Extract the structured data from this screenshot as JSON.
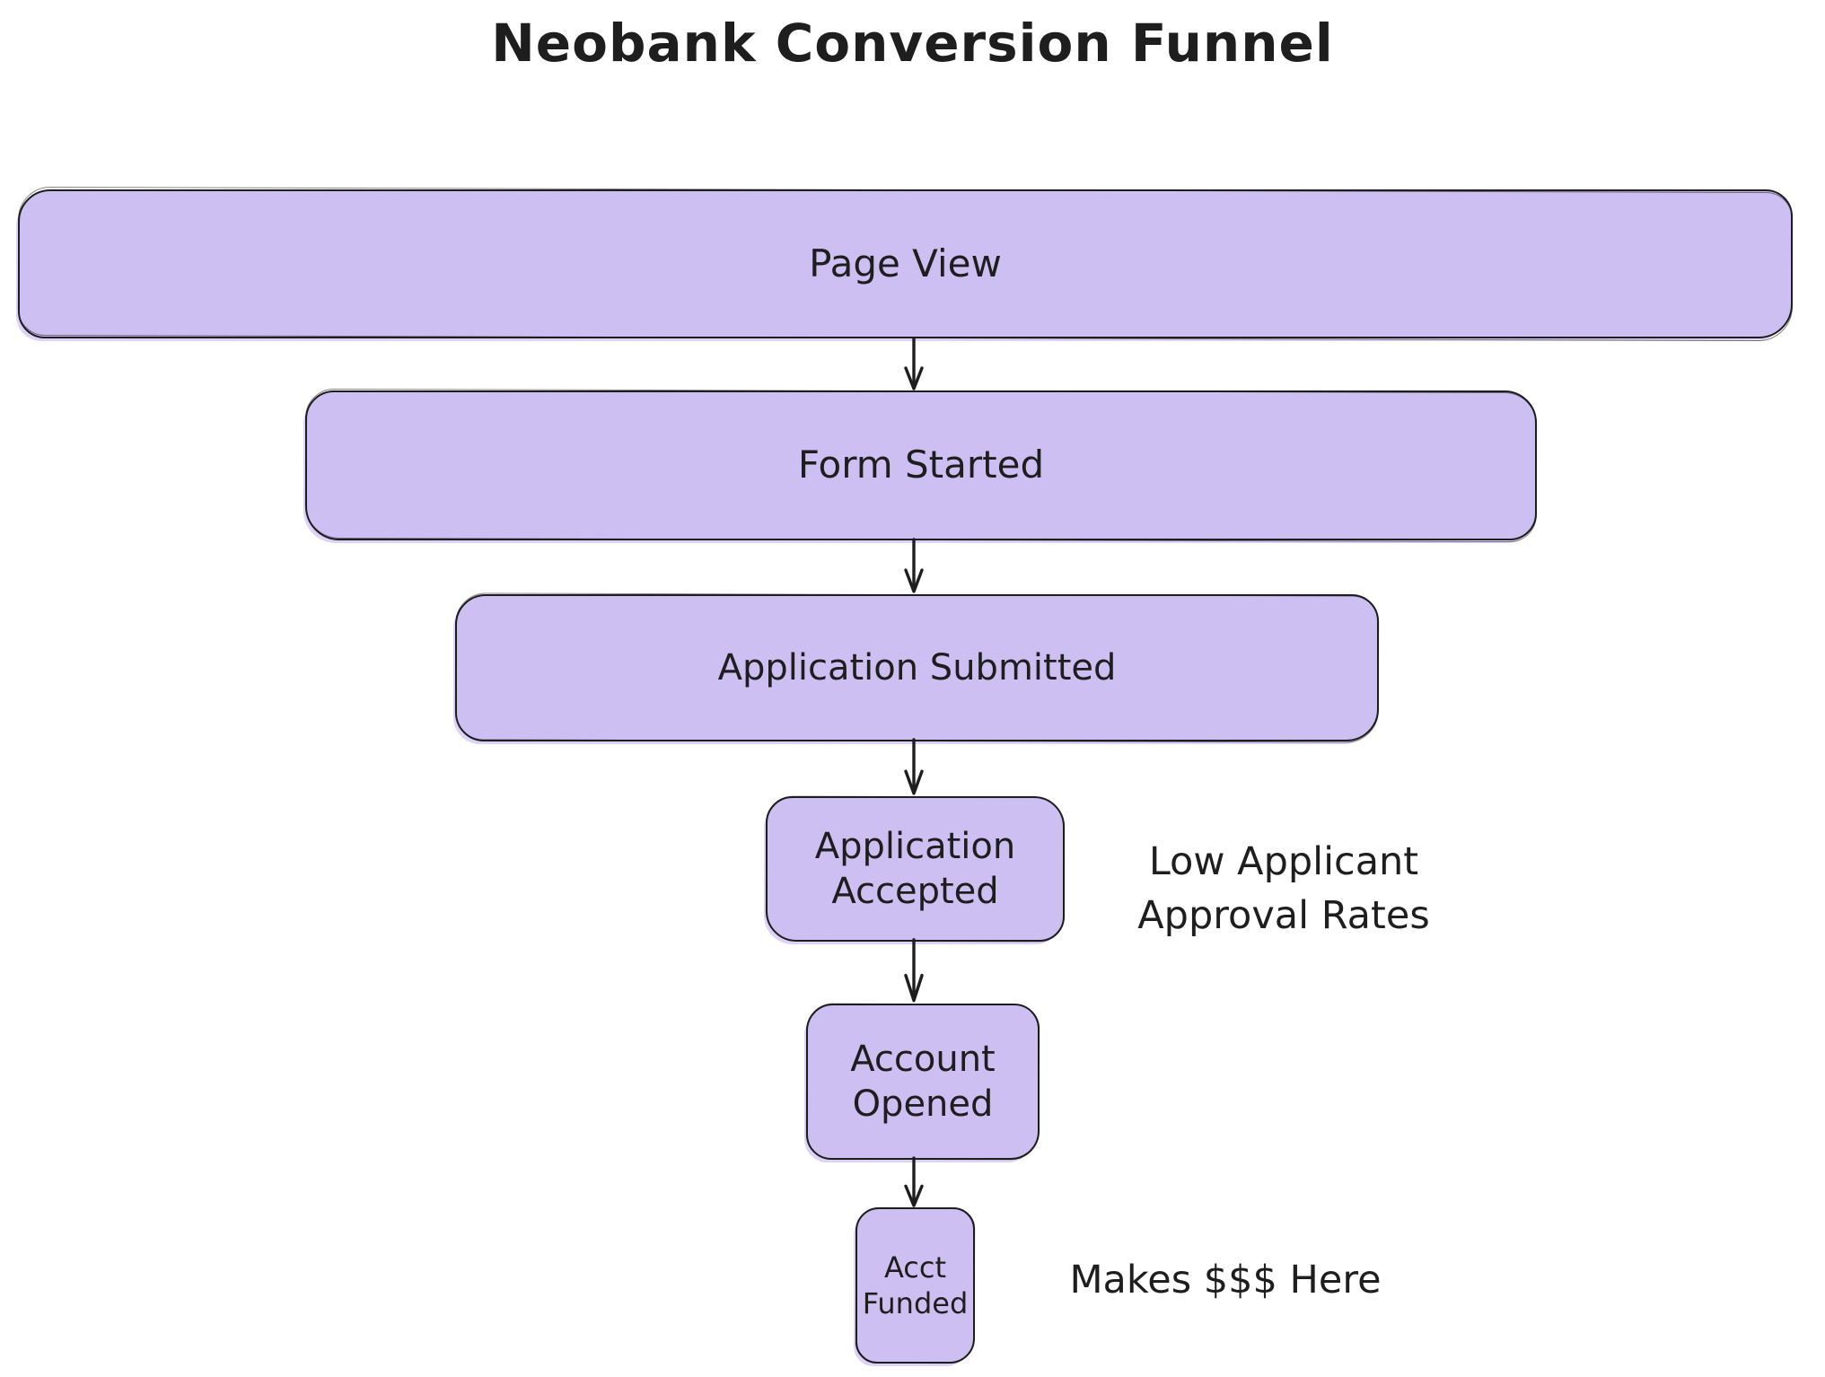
{
  "title": "Neobank Conversion Funnel",
  "colors": {
    "box_fill": "#cdbff2",
    "box_border": "#1e1e1e",
    "text": "#1e1e1e",
    "canvas_bg": "#ffffff"
  },
  "funnel": {
    "stages": [
      {
        "label": "Page View"
      },
      {
        "label": "Form Started"
      },
      {
        "label": "Application Submitted"
      },
      {
        "label": "Application\nAccepted"
      },
      {
        "label": "Account\nOpened"
      },
      {
        "label": "Acct\nFunded"
      }
    ]
  },
  "annotations": {
    "approval": "Low Applicant\nApproval Rates",
    "revenue": "Makes $$$ Here"
  }
}
